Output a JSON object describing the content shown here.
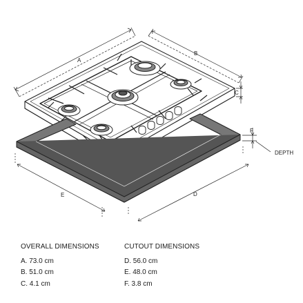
{
  "labels": {
    "a": "A",
    "b": "B",
    "c": "C",
    "d": "D",
    "e": "E",
    "f": "F",
    "depth": "DEPTH"
  },
  "overall": {
    "title": "OVERALL DIMENSIONS",
    "items": [
      "A. 73.0 cm",
      "B. 51.0 cm",
      "C. 4.1 cm"
    ]
  },
  "cutout": {
    "title": "CUTOUT DIMENSIONS",
    "items": [
      "D. 56.0 cm",
      "E. 48.0 cm",
      "F. 3.8 cm"
    ]
  }
}
